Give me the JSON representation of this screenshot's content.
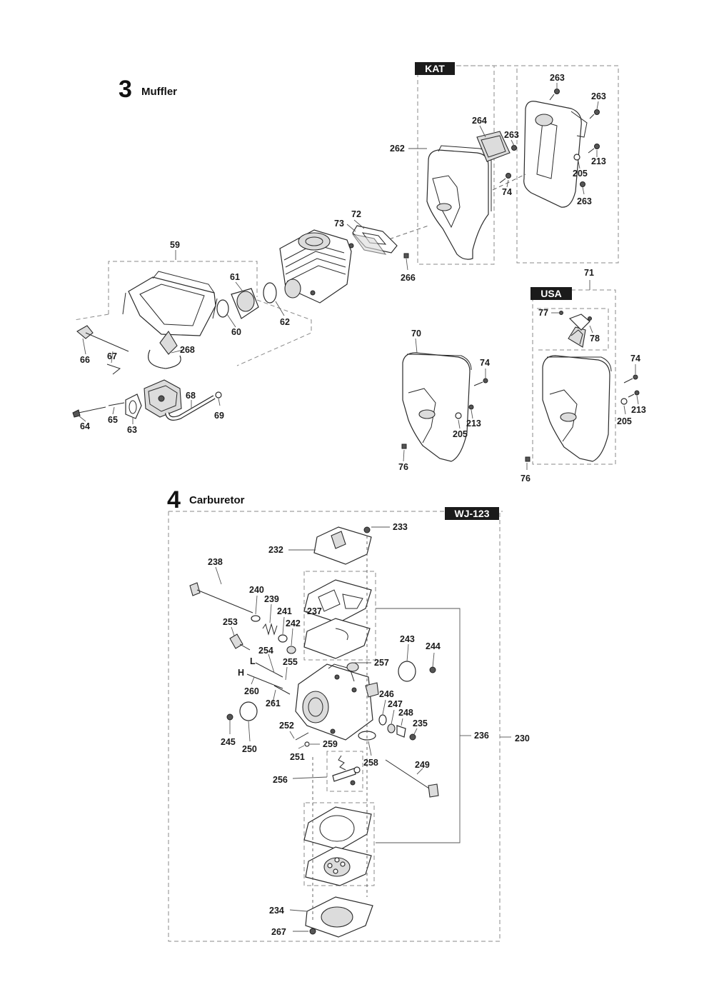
{
  "sections": [
    {
      "number": "3",
      "title": "Muffler"
    },
    {
      "number": "4",
      "title": "Carburetor"
    }
  ],
  "variant_tags": {
    "kat": "KAT",
    "usa": "USA",
    "carb_model": "WJ-123"
  },
  "callouts": {
    "c262": "262",
    "c263a": "263",
    "c263b": "263",
    "c263c": "263",
    "c263d": "263",
    "c264": "264",
    "c213a": "213",
    "c205a": "205",
    "c74a": "74",
    "c72": "72",
    "c73": "73",
    "c266": "266",
    "c59": "59",
    "c61": "61",
    "c60": "60",
    "c62": "62",
    "c66": "66",
    "c67": "67",
    "c268": "268",
    "c68": "68",
    "c69": "69",
    "c64": "64",
    "c65": "65",
    "c63": "63",
    "c71": "71",
    "c77": "77",
    "c78": "78",
    "c74b": "74",
    "c213b": "213",
    "c205b": "205",
    "c76a": "76",
    "c70": "70",
    "c74c": "74",
    "c213c": "213",
    "c205c": "205",
    "c76b": "76",
    "c233": "233",
    "c232": "232",
    "c238": "238",
    "c240": "240",
    "c239": "239",
    "c241": "241",
    "c237": "237",
    "c242": "242",
    "c253": "253",
    "c243": "243",
    "c244": "244",
    "c254": "254",
    "cL": "L",
    "c255": "255",
    "c257": "257",
    "cH": "H",
    "c260": "260",
    "c261": "261",
    "c246": "246",
    "c247": "247",
    "c248": "248",
    "c235": "235",
    "c245": "245",
    "c250": "250",
    "c252": "252",
    "c259": "259",
    "c251": "251",
    "c258": "258",
    "c236": "236",
    "c230": "230",
    "c249": "249",
    "c256": "256",
    "c234": "234",
    "c267": "267"
  }
}
